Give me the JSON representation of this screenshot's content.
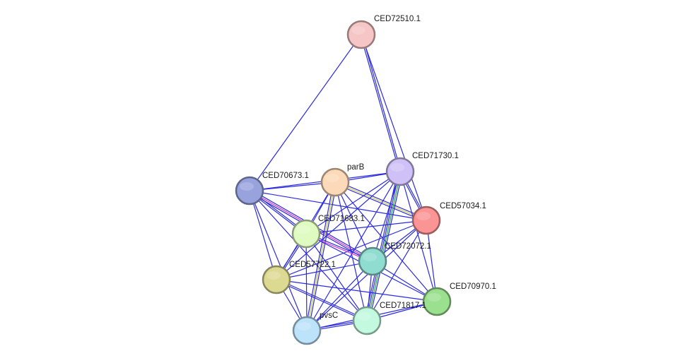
{
  "nodes": [
    {
      "id": "CED72510",
      "label": "CED72510.1",
      "color": "#f6c5c5"
    },
    {
      "id": "CED71730",
      "label": "CED71730.1",
      "color": "#cfc1f7"
    },
    {
      "id": "parB",
      "label": "parB",
      "color": "#fcd9b8"
    },
    {
      "id": "CED70673",
      "label": "CED70673.1",
      "color": "#98a3de"
    },
    {
      "id": "CED57034",
      "label": "CED57034.1",
      "color": "#fb9495"
    },
    {
      "id": "CED71683",
      "label": "CED71683.1",
      "color": "#e0fbc1"
    },
    {
      "id": "CED72072",
      "label": "CED72072.1",
      "color": "#8fdcd1"
    },
    {
      "id": "CED57722",
      "label": "CED57722.1",
      "color": "#dcd993"
    },
    {
      "id": "CED70970",
      "label": "CED70970.1",
      "color": "#9be08f"
    },
    {
      "id": "CED71817",
      "label": "CED71817.1",
      "color": "#c2f9df"
    },
    {
      "id": "pvsC",
      "label": "pvsC",
      "color": "#bde3fb"
    }
  ],
  "edges": [
    [
      "CED72510",
      "CED70673"
    ],
    [
      "CED72510",
      "CED71730"
    ],
    [
      "CED72510",
      "CED57034"
    ],
    [
      "CED70673",
      "parB"
    ],
    [
      "CED70673",
      "CED71730"
    ],
    [
      "CED70673",
      "CED57034"
    ],
    [
      "CED70673",
      "CED71683"
    ],
    [
      "CED70673",
      "CED72072"
    ],
    [
      "CED70673",
      "CED57722"
    ],
    [
      "CED70673",
      "CED71817"
    ],
    [
      "CED70673",
      "pvsC"
    ],
    [
      "parB",
      "CED71730"
    ],
    [
      "parB",
      "CED57034"
    ],
    [
      "parB",
      "CED71683"
    ],
    [
      "parB",
      "CED72072"
    ],
    [
      "parB",
      "CED57722"
    ],
    [
      "parB",
      "CED71817"
    ],
    [
      "parB",
      "pvsC"
    ],
    [
      "parB",
      "CED70970"
    ],
    [
      "CED71730",
      "CED57034"
    ],
    [
      "CED71730",
      "CED71683"
    ],
    [
      "CED71730",
      "CED72072"
    ],
    [
      "CED71730",
      "CED57722"
    ],
    [
      "CED71730",
      "CED71817"
    ],
    [
      "CED71730",
      "pvsC"
    ],
    [
      "CED71730",
      "CED70970"
    ],
    [
      "CED57034",
      "CED71683"
    ],
    [
      "CED57034",
      "CED72072"
    ],
    [
      "CED57034",
      "CED57722"
    ],
    [
      "CED57034",
      "CED71817"
    ],
    [
      "CED57034",
      "pvsC"
    ],
    [
      "CED57034",
      "CED70970"
    ],
    [
      "CED71683",
      "CED72072"
    ],
    [
      "CED71683",
      "CED57722"
    ],
    [
      "CED71683",
      "CED71817"
    ],
    [
      "CED71683",
      "pvsC"
    ],
    [
      "CED71683",
      "CED70970"
    ],
    [
      "CED72072",
      "CED57722"
    ],
    [
      "CED72072",
      "CED71817"
    ],
    [
      "CED72072",
      "pvsC"
    ],
    [
      "CED72072",
      "CED70970"
    ],
    [
      "CED57722",
      "CED71817"
    ],
    [
      "CED57722",
      "pvsC"
    ],
    [
      "CED57722",
      "CED70970"
    ],
    [
      "CED71817",
      "pvsC"
    ],
    [
      "CED71817",
      "CED70970"
    ],
    [
      "pvsC",
      "CED70970"
    ]
  ],
  "evidence_colors": {
    "blue": "#2b2bdf",
    "magenta": "#d22fd6",
    "yellow": "#c9c93a",
    "green": "#22a82a"
  }
}
